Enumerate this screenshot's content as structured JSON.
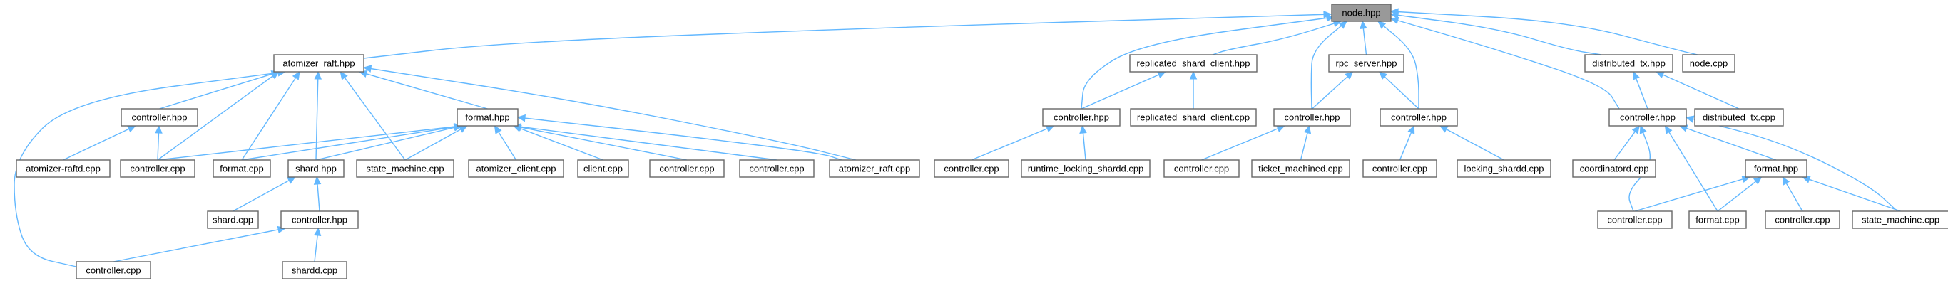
{
  "graph": {
    "nodes": [
      {
        "id": "node_hpp",
        "label": "node.hpp",
        "root": true
      },
      {
        "id": "atomizer_raft_hpp",
        "label": "atomizer_raft.hpp"
      },
      {
        "id": "replicated_shard_client_hpp",
        "label": "replicated_shard_client.hpp"
      },
      {
        "id": "rpc_server_hpp",
        "label": "rpc_server.hpp"
      },
      {
        "id": "distributed_tx_hpp",
        "label": "distributed_tx.hpp"
      },
      {
        "id": "node_cpp",
        "label": "node.cpp"
      },
      {
        "id": "controller_hpp_a",
        "label": "controller.hpp"
      },
      {
        "id": "format_hpp_a",
        "label": "format.hpp"
      },
      {
        "id": "controller_hpp_b",
        "label": "controller.hpp"
      },
      {
        "id": "replicated_shard_client_cpp",
        "label": "replicated_shard_client.cpp"
      },
      {
        "id": "controller_hpp_c",
        "label": "controller.hpp"
      },
      {
        "id": "controller_hpp_d",
        "label": "controller.hpp"
      },
      {
        "id": "controller_hpp_e",
        "label": "controller.hpp"
      },
      {
        "id": "distributed_tx_cpp",
        "label": "distributed_tx.cpp"
      },
      {
        "id": "atomizer_raftd_cpp",
        "label": "atomizer-raftd.cpp"
      },
      {
        "id": "controller_cpp_a",
        "label": "controller.cpp"
      },
      {
        "id": "format_cpp_a",
        "label": "format.cpp"
      },
      {
        "id": "shard_hpp",
        "label": "shard.hpp"
      },
      {
        "id": "state_machine_cpp_a",
        "label": "state_machine.cpp"
      },
      {
        "id": "atomizer_client_cpp",
        "label": "atomizer_client.cpp"
      },
      {
        "id": "client_cpp",
        "label": "client.cpp"
      },
      {
        "id": "controller_cpp_b",
        "label": "controller.cpp"
      },
      {
        "id": "controller_cpp_c",
        "label": "controller.cpp"
      },
      {
        "id": "atomizer_raft_cpp",
        "label": "atomizer_raft.cpp"
      },
      {
        "id": "controller_cpp_d",
        "label": "controller.cpp"
      },
      {
        "id": "runtime_locking_shardd_cpp",
        "label": "runtime_locking_shardd.cpp"
      },
      {
        "id": "controller_cpp_e",
        "label": "controller.cpp"
      },
      {
        "id": "ticket_machined_cpp",
        "label": "ticket_machined.cpp"
      },
      {
        "id": "controller_cpp_f",
        "label": "controller.cpp"
      },
      {
        "id": "locking_shardd_cpp",
        "label": "locking_shardd.cpp"
      },
      {
        "id": "coordinatord_cpp",
        "label": "coordinatord.cpp"
      },
      {
        "id": "format_hpp_b",
        "label": "format.hpp"
      },
      {
        "id": "shard_cpp",
        "label": "shard.cpp"
      },
      {
        "id": "controller_hpp_f",
        "label": "controller.hpp"
      },
      {
        "id": "controller_cpp_g",
        "label": "controller.cpp"
      },
      {
        "id": "format_cpp_b",
        "label": "format.cpp"
      },
      {
        "id": "controller_cpp_h",
        "label": "controller.cpp"
      },
      {
        "id": "state_machine_cpp_b",
        "label": "state_machine.cpp"
      },
      {
        "id": "controller_cpp_i",
        "label": "controller.cpp"
      },
      {
        "id": "shardd_cpp",
        "label": "shardd.cpp"
      }
    ],
    "edges": [
      [
        "node_hpp",
        "atomizer_raft_hpp"
      ],
      [
        "node_hpp",
        "controller_hpp_b"
      ],
      [
        "node_hpp",
        "replicated_shard_client_hpp"
      ],
      [
        "node_hpp",
        "controller_hpp_c"
      ],
      [
        "node_hpp",
        "rpc_server_hpp"
      ],
      [
        "node_hpp",
        "controller_hpp_d"
      ],
      [
        "node_hpp",
        "controller_hpp_e"
      ],
      [
        "node_hpp",
        "distributed_tx_hpp"
      ],
      [
        "node_hpp",
        "node_cpp"
      ],
      [
        "atomizer_raft_hpp",
        "controller_hpp_a"
      ],
      [
        "atomizer_raft_hpp",
        "controller_cpp_a"
      ],
      [
        "atomizer_raft_hpp",
        "format_cpp_a"
      ],
      [
        "atomizer_raft_hpp",
        "shard_hpp"
      ],
      [
        "atomizer_raft_hpp",
        "state_machine_cpp_a"
      ],
      [
        "atomizer_raft_hpp",
        "format_hpp_a"
      ],
      [
        "atomizer_raft_hpp",
        "atomizer_raft_cpp"
      ],
      [
        "atomizer_raft_hpp",
        "controller_cpp_i"
      ],
      [
        "controller_hpp_a",
        "atomizer_raftd_cpp"
      ],
      [
        "controller_hpp_a",
        "controller_cpp_a"
      ],
      [
        "format_hpp_a",
        "controller_cpp_a"
      ],
      [
        "format_hpp_a",
        "format_cpp_a"
      ],
      [
        "format_hpp_a",
        "shard_hpp"
      ],
      [
        "format_hpp_a",
        "state_machine_cpp_a"
      ],
      [
        "format_hpp_a",
        "atomizer_client_cpp"
      ],
      [
        "format_hpp_a",
        "client_cpp"
      ],
      [
        "format_hpp_a",
        "controller_cpp_b"
      ],
      [
        "format_hpp_a",
        "controller_cpp_c"
      ],
      [
        "format_hpp_a",
        "atomizer_raft_cpp"
      ],
      [
        "shard_hpp",
        "shard_cpp"
      ],
      [
        "shard_hpp",
        "controller_hpp_f"
      ],
      [
        "controller_hpp_f",
        "controller_cpp_i"
      ],
      [
        "controller_hpp_f",
        "shardd_cpp"
      ],
      [
        "replicated_shard_client_hpp",
        "controller_hpp_b"
      ],
      [
        "replicated_shard_client_hpp",
        "replicated_shard_client_cpp"
      ],
      [
        "controller_hpp_b",
        "controller_cpp_d"
      ],
      [
        "controller_hpp_b",
        "runtime_locking_shardd_cpp"
      ],
      [
        "rpc_server_hpp",
        "controller_hpp_c"
      ],
      [
        "rpc_server_hpp",
        "controller_hpp_d"
      ],
      [
        "controller_hpp_c",
        "controller_cpp_e"
      ],
      [
        "controller_hpp_c",
        "ticket_machined_cpp"
      ],
      [
        "controller_hpp_d",
        "controller_cpp_f"
      ],
      [
        "controller_hpp_d",
        "locking_shardd_cpp"
      ],
      [
        "distributed_tx_hpp",
        "controller_hpp_e"
      ],
      [
        "distributed_tx_hpp",
        "distributed_tx_cpp"
      ],
      [
        "controller_hpp_e",
        "coordinatord_cpp"
      ],
      [
        "controller_hpp_e",
        "format_hpp_b"
      ],
      [
        "controller_hpp_e",
        "controller_cpp_g"
      ],
      [
        "controller_hpp_e",
        "format_cpp_b"
      ],
      [
        "controller_hpp_e",
        "state_machine_cpp_b"
      ],
      [
        "format_hpp_b",
        "controller_cpp_g"
      ],
      [
        "format_hpp_b",
        "format_cpp_b"
      ],
      [
        "format_hpp_b",
        "controller_cpp_h"
      ],
      [
        "format_hpp_b",
        "state_machine_cpp_b"
      ]
    ]
  },
  "colors": {
    "edge": "#63b8ff",
    "node_border": "#666666",
    "root_fill": "#999999",
    "node_fill": "#ffffff"
  }
}
